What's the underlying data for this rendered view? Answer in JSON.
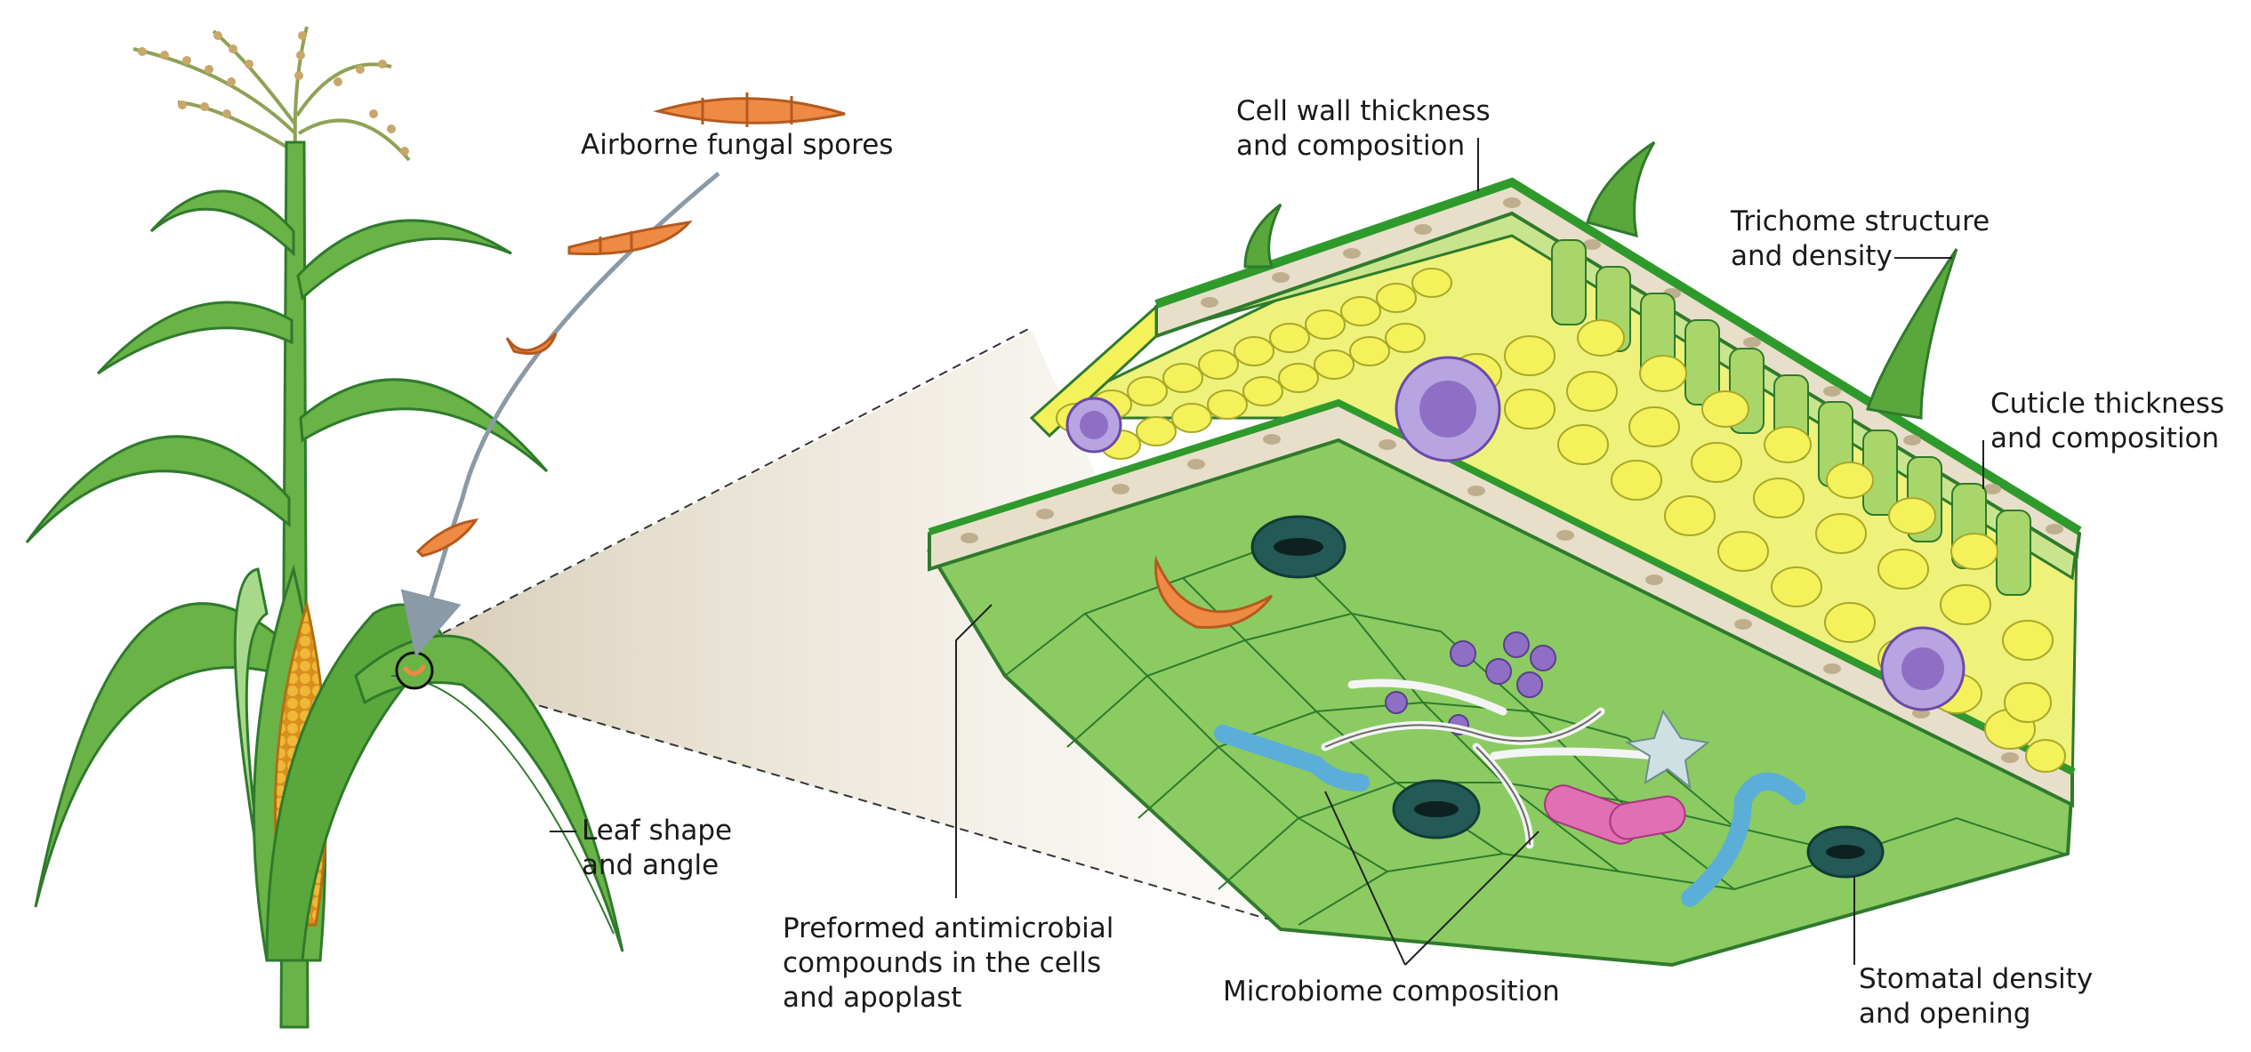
{
  "labels": {
    "spores": "Airborne fungal spores",
    "cell_wall": [
      "Cell wall thickness",
      "and composition"
    ],
    "trichome": [
      "Trichome structure",
      "and density"
    ],
    "cuticle": [
      "Cuticle thickness",
      "and composition"
    ],
    "leaf_shape": [
      "Leaf shape",
      "and angle"
    ],
    "preformed": [
      "Preformed antimicrobial",
      "compounds in the cells",
      "and apoplast"
    ],
    "microbiome": "Microbiome composition",
    "stomatal": [
      "Stomatal density",
      "and opening"
    ]
  },
  "colors": {
    "leaf_green": "#5fb24a",
    "leaf_dark": "#2f7a2c",
    "epidermis_tan": "#e8dfca",
    "mesophyll_yellow": "#f4f15a",
    "lower_cells": "#8bcb62",
    "spore_orange": "#ef8a45",
    "vascular_purple": "#8e6fc4",
    "stomata_teal": "#245a55",
    "bacteria_blue": "#5aaed8",
    "bacteria_pink": "#e06fb4",
    "cob_yellow": "#e9a92a"
  }
}
